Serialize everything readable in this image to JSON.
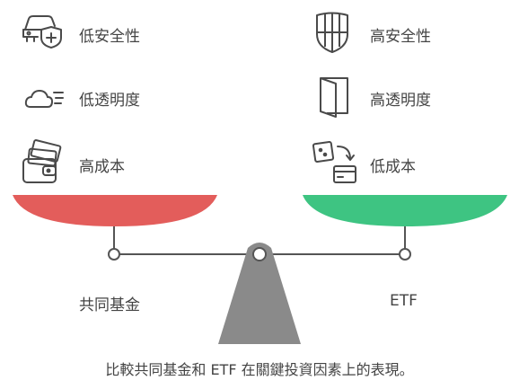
{
  "left": {
    "items": [
      {
        "icon": "car-shield-icon",
        "label": "低安全性"
      },
      {
        "icon": "cloud-icon",
        "label": "低透明度"
      },
      {
        "icon": "wallet-icon",
        "label": "高成本"
      }
    ],
    "name": "共同基金",
    "pan_color": "#e35d5b"
  },
  "right": {
    "items": [
      {
        "icon": "shield-grid-icon",
        "label": "高安全性"
      },
      {
        "icon": "folder-icon",
        "label": "高透明度"
      },
      {
        "icon": "card-transfer-icon",
        "label": "低成本"
      }
    ],
    "name": "ETF",
    "pan_color": "#3ec482"
  },
  "fulcrum_color": "#8a8a8a",
  "caption": "比較共同基金和 ETF 在關鍵投資因素上的表現。"
}
